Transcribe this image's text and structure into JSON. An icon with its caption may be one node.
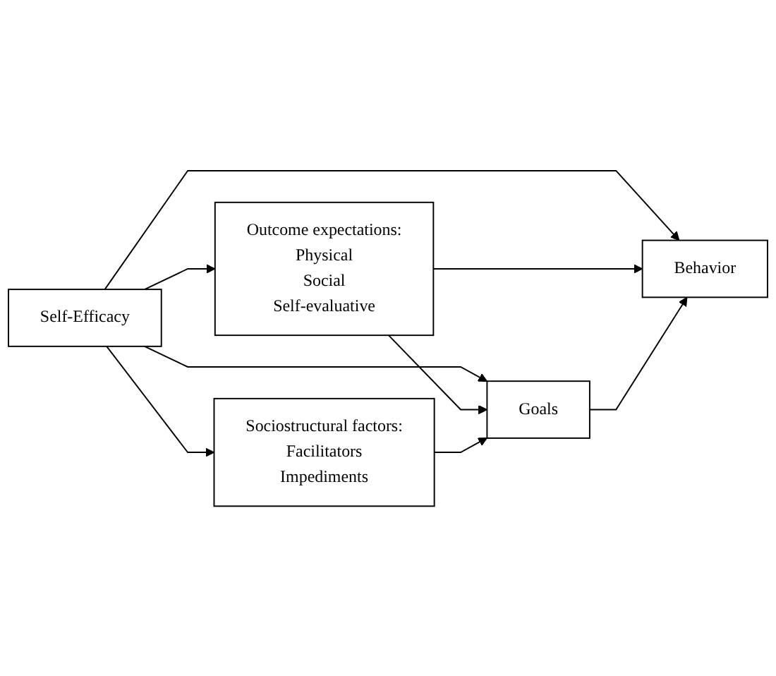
{
  "diagram": {
    "nodes": [
      {
        "text": [
          "Self-Efficacy"
        ]
      },
      {
        "text": [
          "Outcome expectations:",
          "Physical",
          "Social",
          "Self-evaluative"
        ]
      },
      {
        "text": [
          "Goals"
        ]
      },
      {
        "text": [
          "Behavior"
        ]
      },
      {
        "text": [
          "Sociostructural factors:",
          "Facilitators",
          "Impediments"
        ]
      }
    ],
    "edges": [
      {
        "from": 0,
        "to": 3,
        "arrow": "to"
      },
      {
        "from": 0,
        "to": 1,
        "arrow": "to"
      },
      {
        "from": 0,
        "to": 2,
        "arrow": "to"
      },
      {
        "from": 0,
        "to": 4,
        "arrow": "to"
      },
      {
        "from": 1,
        "to": 2,
        "arrow": "to"
      },
      {
        "from": 1,
        "to": 3,
        "arrow": "to"
      },
      {
        "from": 2,
        "to": 3,
        "arrow": "to"
      },
      {
        "from": 4,
        "to": 2,
        "arrow": "to"
      }
    ]
  }
}
